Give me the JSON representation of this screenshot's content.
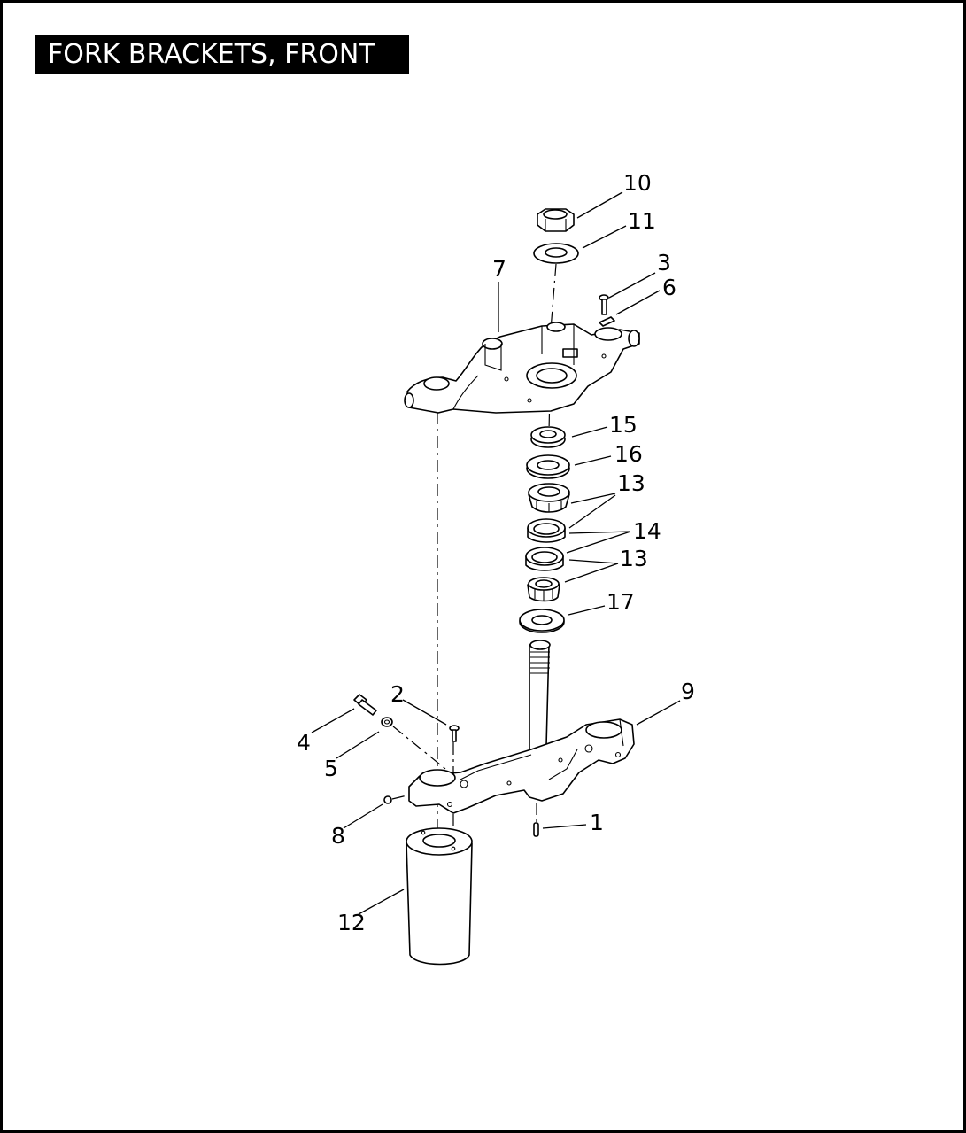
{
  "title": "FORK BRACKETS, FRONT",
  "callouts": {
    "c1": "1",
    "c2": "2",
    "c3": "3",
    "c4": "4",
    "c5": "5",
    "c6": "6",
    "c7": "7",
    "c8": "8",
    "c9": "9",
    "c10": "10",
    "c11": "11",
    "c12": "12",
    "c13a": "13",
    "c13b": "13",
    "c14": "14",
    "c15": "15",
    "c16": "16",
    "c17": "17"
  }
}
